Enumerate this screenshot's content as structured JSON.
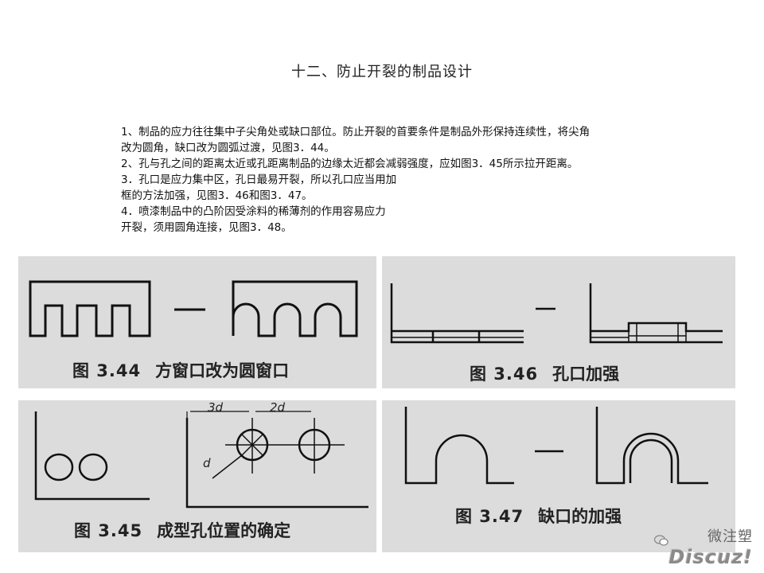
{
  "title": "十二、防止开裂的制品设计",
  "paragraphs": [
    "1、制品的应力往往集中子尖角处或缺口部位。防止开裂的首要条件是制品外形保持连续性，将尖角",
    "改为圆角，缺口改为圆弧过渡，见图3．44。",
    "2、孔与孔之间的距离太近或孔距离制品的边缘太近都会减弱强度，应如图3．45所示拉开距离。",
    "3．孔口是应力集中区，孔日最易开裂，所以孔口应当用加",
    "框的方法加强，见图3．46和图3．47。",
    " 4．喷漆制品中的凸阶因受涂料的稀薄剂的作用容易应力",
    "开裂，须用圆角连接，见图3．48。"
  ],
  "figures": {
    "fig344": {
      "num": "图 3.44",
      "caption": "方窗口改为圆窗口"
    },
    "fig346": {
      "num": "图 3.46",
      "caption": "孔口加强"
    },
    "fig345": {
      "num": "图 3.45",
      "caption": "成型孔位置的确定",
      "dim1": "3d",
      "dim2": "2d",
      "dim3": "d"
    },
    "fig347": {
      "num": "图 3.47",
      "caption": "缺口的加强"
    }
  },
  "watermark": {
    "top": "微注塑",
    "bottom": "Discuz!"
  }
}
